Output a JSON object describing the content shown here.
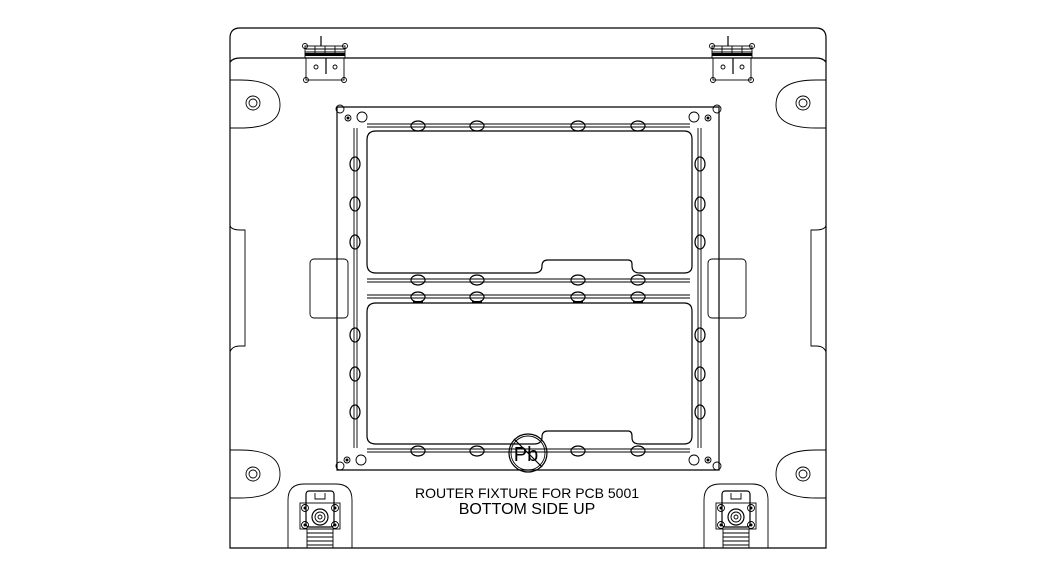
{
  "drawing": {
    "title_line1": "ROUTER FIXTURE FOR  PCB 5001",
    "title_line2": "BOTTOM SIDE UP",
    "logo_text": "Pb",
    "logo_meaning": "lead-free-symbol",
    "colors": {
      "line": "#000000",
      "background": "#ffffff"
    },
    "elements": {
      "hinges": [
        "top-left-hinge",
        "top-right-hinge"
      ],
      "latches": [
        "bottom-left-latch",
        "bottom-right-latch"
      ],
      "mounting_holes": [
        "top-left",
        "top-right",
        "bottom-left",
        "bottom-right"
      ],
      "side_tabs": [
        "left-tab",
        "right-tab"
      ],
      "pcb_panels": [
        "upper-panel",
        "lower-panel"
      ]
    }
  }
}
